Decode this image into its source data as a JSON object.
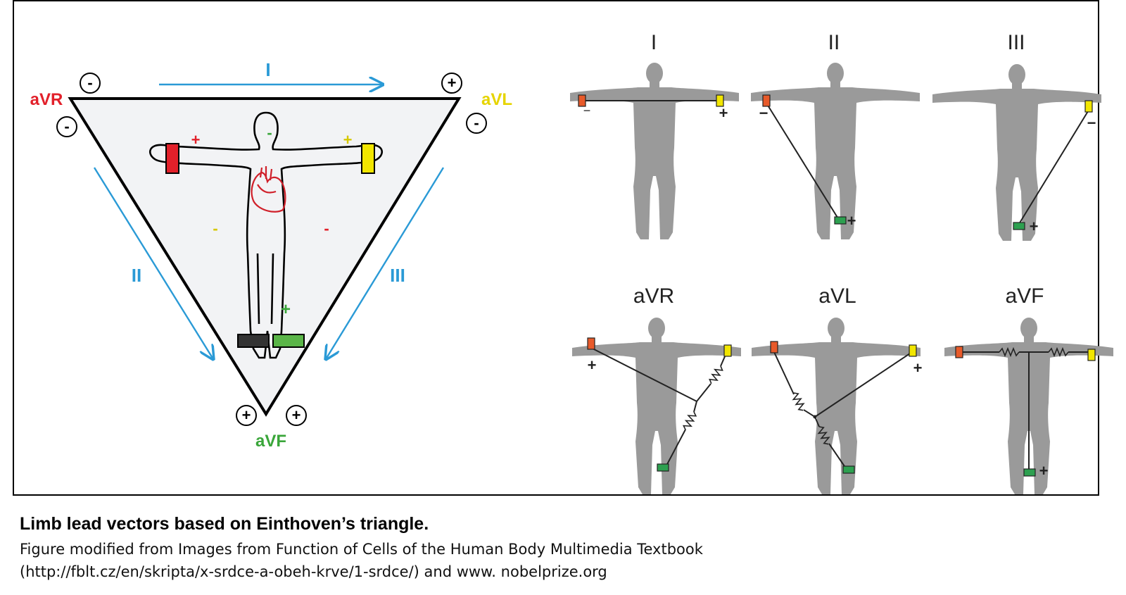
{
  "colors": {
    "red": "#e2202a",
    "yellow": "#f2e600",
    "green": "#3aa63a",
    "blue": "#2a9ad6",
    "heart": "#d0202a",
    "triangle_fill": "#f2f3f5",
    "silhouette": "#9a9a9a"
  },
  "triangle": {
    "lead_I": "I",
    "lead_II": "II",
    "lead_III": "III",
    "avr_label": "aVR",
    "avl_label": "aVL",
    "avf_label": "aVF",
    "sign_minus": "-",
    "sign_plus": "+",
    "circle_minus": "-",
    "circle_plus": "+"
  },
  "panels": {
    "I": "I",
    "II": "II",
    "III": "III",
    "aVR": "aVR",
    "aVL": "aVL",
    "aVF": "aVF",
    "plus": "+",
    "minus": "−"
  },
  "caption": {
    "title": "Limb lead vectors based on Einthoven’s triangle.",
    "line1": "Figure modified from Images from Function of Cells of the Human Body Multimedia Textbook",
    "line2": "(http://fblt.cz/en/skripta/x-srdce-a-obeh-krve/1-srdce/) and www. nobelprize.org"
  }
}
